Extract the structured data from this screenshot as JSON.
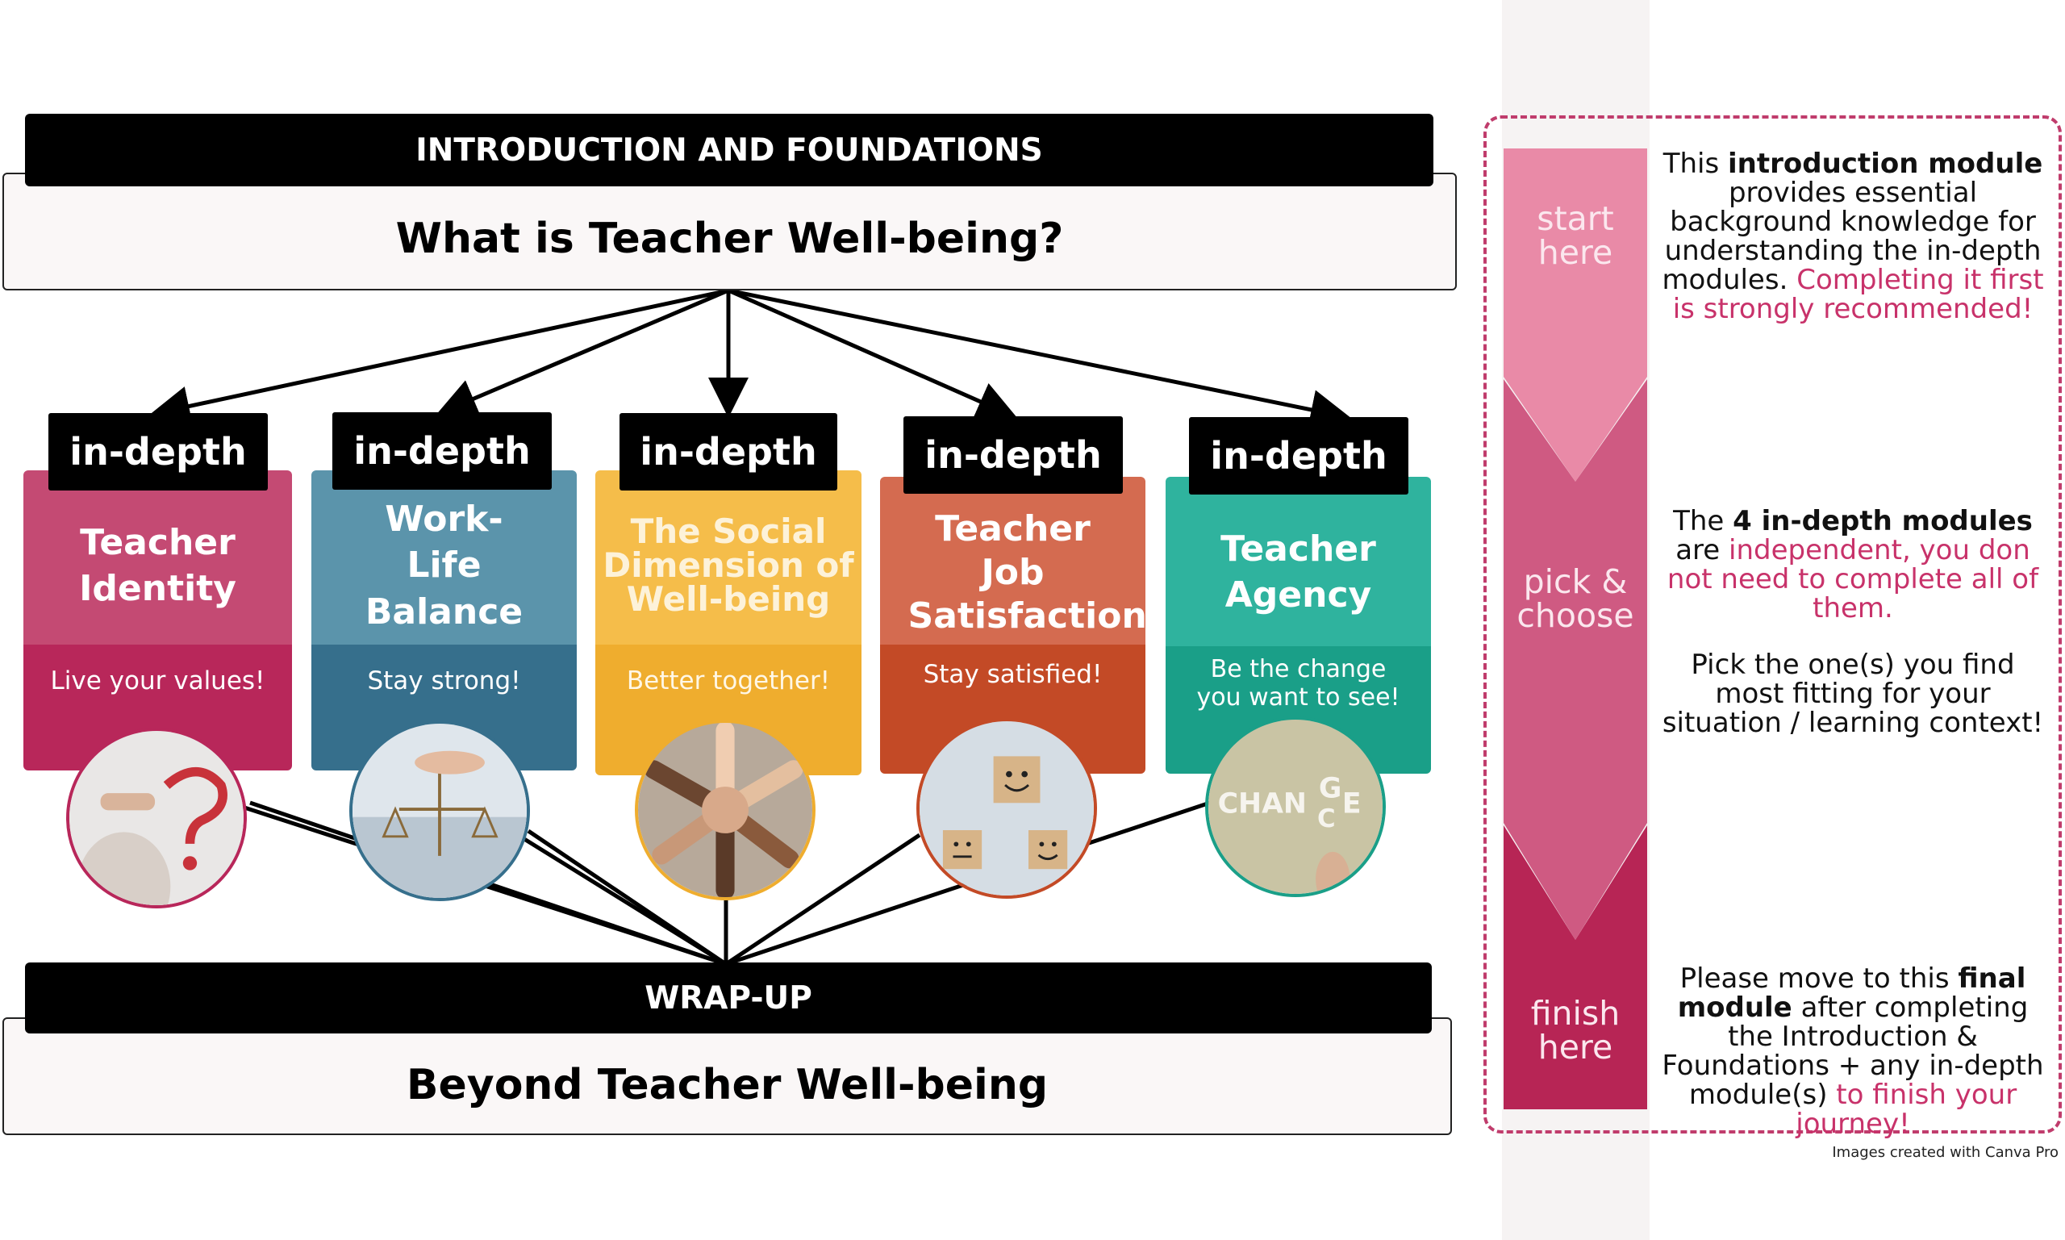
{
  "intro": {
    "header": "INTRODUCTION AND FOUNDATIONS",
    "title": "What is Teacher Well-being?"
  },
  "modules": [
    {
      "tag": "in-depth",
      "title": "Teacher Identity",
      "slogan": "Live your values!",
      "top_color": "#c44a73",
      "bottom_color": "#b8275a",
      "circle_border": "#b8275a",
      "image_icon": "question-mark-photo"
    },
    {
      "tag": "in-depth",
      "title": "Work-Life Balance",
      "slogan": "Stay strong!",
      "top_color": "#5b94ab",
      "bottom_color": "#366f8c",
      "circle_border": "#366f8c",
      "image_icon": "balance-scale-photo"
    },
    {
      "tag": "in-depth",
      "title": "The Social Dimension of Well-being",
      "slogan": "Better together!",
      "top_color": "#f5bd4a",
      "bottom_color": "#efad2e",
      "circle_border": "#efad2e",
      "image_icon": "stacked-hands-photo"
    },
    {
      "tag": "in-depth",
      "title": "Teacher Job Satisfaction",
      "slogan": "Stay satisfied!",
      "top_color": "#d46b50",
      "bottom_color": "#c34a26",
      "circle_border": "#c34a26",
      "image_icon": "smiley-cubes-photo"
    },
    {
      "tag": "in-depth",
      "title": "Teacher Agency",
      "slogan": "Be the change you want to see!",
      "top_color": "#2fb39e",
      "bottom_color": "#1a9f88",
      "circle_border": "#1a9f88",
      "image_icon": "change-letters-photo"
    }
  ],
  "wrapup": {
    "header": "WRAP-UP",
    "title": "Beyond Teacher Well-being"
  },
  "steps": {
    "start": {
      "label": "start here",
      "text_pre": "This",
      "text_bold": "introduction module",
      "text_post": "provides essential background knowledge for understanding the in-depth modules.",
      "text_pink": "Completing it first is strongly recommended!"
    },
    "pick": {
      "label": "pick & choose",
      "p1_pre": "The",
      "p1_bold": "4 in-depth modules",
      "p1_post": "are",
      "p1_pink": "independent, you don not need to complete all of them.",
      "p2": "Pick the one(s) you find most fitting for your situation / learning context!"
    },
    "finish": {
      "label": "finish here",
      "text_pre": "Please move to this",
      "text_bold1": "final module",
      "text_post": "after completing the Introduction & Foundations + any in-depth module(s)",
      "text_pink": "to finish your journey!"
    }
  },
  "colors": {
    "step_light": "#e98aa7",
    "step_mid": "#cf5a82",
    "step_dark": "#b72555",
    "accent_pink": "#c8326a",
    "dashed_border": "#c03c6c"
  },
  "footnote": "Images created with Canva Pro"
}
